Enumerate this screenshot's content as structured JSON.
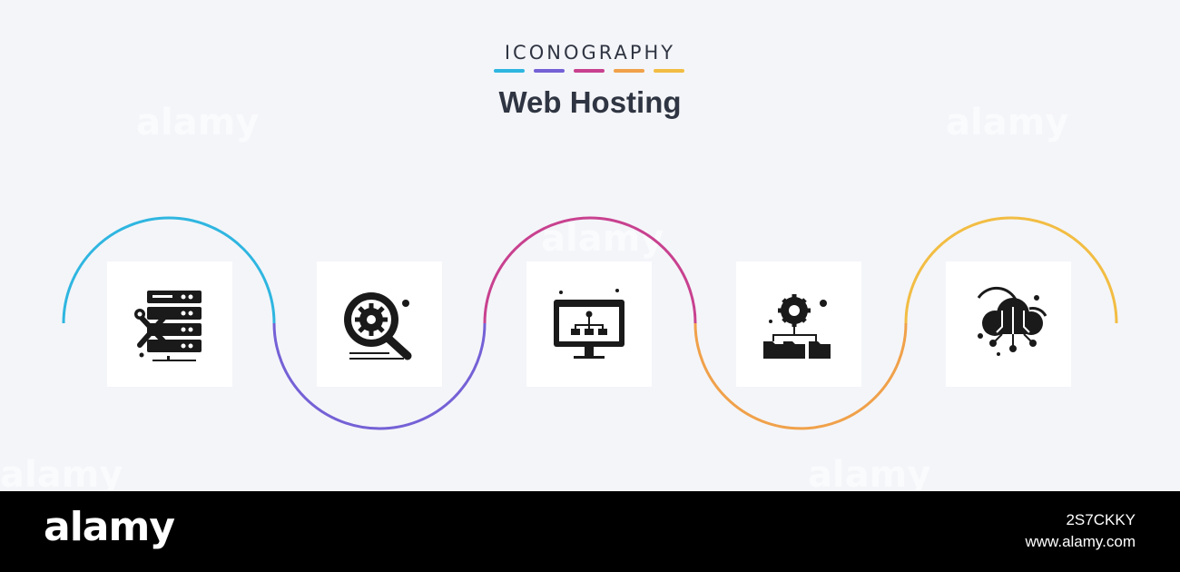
{
  "header": {
    "kicker": "ICONOGRAPHY",
    "title": "Web Hosting",
    "bar_colors": [
      "#2fb6e0",
      "#7561d6",
      "#c8418f",
      "#f0a14a",
      "#f2bd43"
    ]
  },
  "icons": [
    {
      "name": "server-tools-icon",
      "ring_color": "#2fb6e0"
    },
    {
      "name": "search-settings-icon",
      "ring_color": "#7561d6"
    },
    {
      "name": "monitor-sitemap-icon",
      "ring_color": "#c8418f"
    },
    {
      "name": "folder-network-settings-icon",
      "ring_color": "#f0a14a"
    },
    {
      "name": "cloud-network-icon",
      "ring_color": "#f2bd43"
    }
  ],
  "watermark": "alamy",
  "footer": {
    "brand": "alamy",
    "image_id": "2S7CKKY",
    "url": "www.alamy.com"
  }
}
